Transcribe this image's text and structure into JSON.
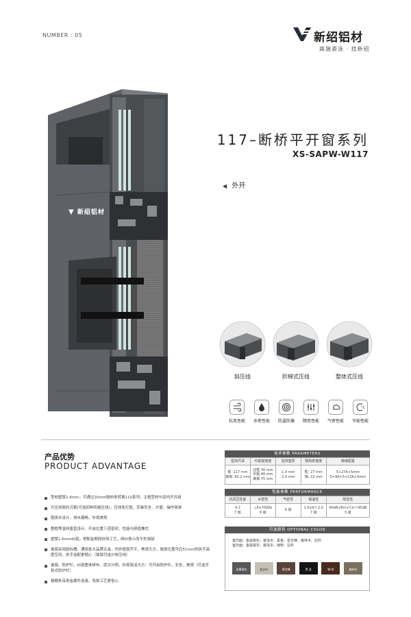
{
  "page": {
    "number": "NUMBER : 05"
  },
  "brand": {
    "name": "新绍铝材",
    "slogan": "高端瓷泳 · 找新绍",
    "badge_text": "新绍铝材"
  },
  "product": {
    "title": "117–断桥平开窗系列",
    "code": "XS-SAPW-W117",
    "open_type": "外开"
  },
  "profiles": [
    {
      "label": "斜压线"
    },
    {
      "label": "阶梯式压线"
    },
    {
      "label": "整体式压线"
    }
  ],
  "performance_icons": [
    {
      "label": "抗风性能",
      "icon": "wind-pressure-icon"
    },
    {
      "label": "水密性能",
      "icon": "water-drop-icon"
    },
    {
      "label": "防盗防爆",
      "icon": "security-icon"
    },
    {
      "label": "隔音性能",
      "icon": "sound-insulation-icon"
    },
    {
      "label": "气密性能",
      "icon": "air-tightness-icon"
    },
    {
      "label": "节能性能",
      "icon": "energy-saving-icon"
    }
  ],
  "advantage": {
    "title_cn": "产品优势",
    "title_en": "PRODUCT ADVANTAGE",
    "items": [
      "型材壁厚1.4mm，可通过20mm隔热条转换110系列，主框型材与双内开共用",
      "方压线简约沉稳(可选四种风格压线)，压线免打胶，安装安全、方便、操作简单",
      "隐排水设计，排水顺畅，外观美观",
      "整框等温线垂直设计，开启位置三道密封，性能与颜值兼优",
      "壁厚1.6mm纱扇，搭配金刚网折网工艺，网纱虽小而不失强韧",
      "玻扇采用欧标槽，通用各大品牌五金，内外框扇齐平，美观大方，玻扇位置可应51mm的执手高度空间，执手选配更随心（玻扇可选分体压线）",
      "玻扇、防护栏、纱扇整体排布，层次分明，外观简洁大方：可开启防护栏，安全、美观（可选可拆式防护栏）",
      "格栅条采用金属件连接，免损工艺更省心"
    ]
  },
  "parameters": {
    "title": "技术参数  PARAMETERS",
    "headers": [
      "型材尺深",
      "可视窗宽度",
      "型材壁厚",
      "隔热条宽度",
      "玻璃配置"
    ],
    "row": [
      "框 :117 mm\n玻扇: 60.2 mm",
      "边框 56 mm\n中梃 66 mm\n玻扇 75 mm",
      "1.4 mm\n2.0 mm",
      "框: 27 mm\n扇: 22 mm",
      "5+27A+5mm\n5+9A+5+12A+5mm"
    ]
  },
  "performance": {
    "title": "性能参数  PERFORMANCE",
    "headers": [
      "抗风压性能",
      "水密性",
      "气密性",
      "保温性",
      "隔音性"
    ],
    "row": [
      "4.2\n7 级",
      "△P≥700Pa\n6 级",
      "6 级",
      "1.6≤K＜2.0\n7 级",
      "40dB≤Rm+Ctr＜45dB\n5 级"
    ]
  },
  "optional_color": {
    "title": "可选颜色  OPTIONAL COLOR",
    "interior": "室内面：金属锐灰、瓷泳灰、黑金、星空蜂、森林木、拉科",
    "exterior": "室外面：金属锐灰、瓷泳灰、咖啡、拉科",
    "swatches": [
      {
        "label": "金属锐灰",
        "color": "#56585a",
        "text_color": "#ffffff"
      },
      {
        "label": "瓷泳灰",
        "color": "#c6bfb3",
        "text_color": "#333333"
      },
      {
        "label": "星空蜂",
        "color": "#5b4238",
        "text_color": "#ffffff"
      },
      {
        "label": "黑 金",
        "color": "#151515",
        "text_color": "#ffffff"
      },
      {
        "label": "咖 啡",
        "color": "#4a2a1c",
        "text_color": "#ffffff"
      },
      {
        "label": "森林木",
        "color": "#7a6f5e",
        "text_color": "#ffffff"
      }
    ]
  },
  "colors": {
    "frame": "#5a5d61",
    "frame_dark": "#3e4144",
    "glass": "#cfe3dc"
  }
}
